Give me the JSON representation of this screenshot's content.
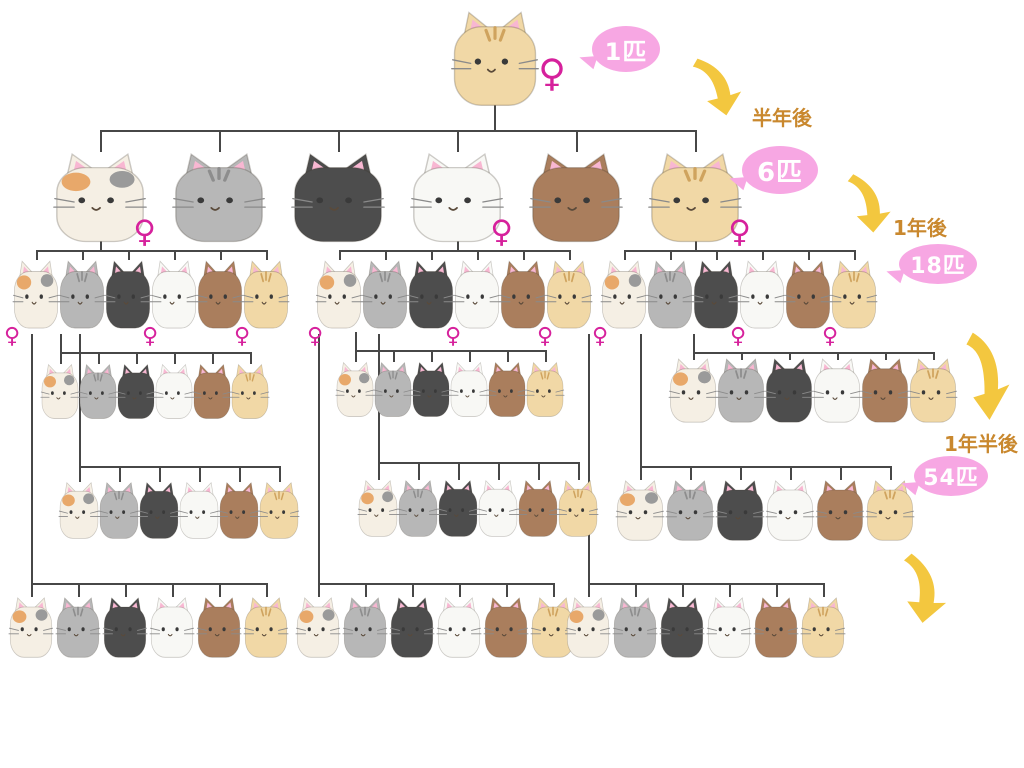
{
  "diagram": {
    "description": "Cat multiplication family tree",
    "counts": {
      "start": "1匹",
      "half_year": "6匹",
      "one_year": "18匹",
      "eighteen_months": "54匹"
    },
    "time_labels": {
      "half_year": "半年後",
      "one_year": "1年後",
      "eighteen_months": "1年半後"
    },
    "female_symbol": "♀"
  },
  "colors": {
    "bubble": "#f7a7e3",
    "bubble_text": "#ffffff",
    "arrow": "#f3c73f",
    "time": "#c9882e",
    "female": "#d6219c",
    "line": "#474747"
  },
  "cat_colors": {
    "calico": {
      "body": "#f5efe4",
      "patch1": "#e8a86a",
      "patch2": "#9a9a9a",
      "stripes": null
    },
    "gray": {
      "body": "#b7b7b7",
      "patch1": null,
      "patch2": null,
      "stripes": "#8d8d8d"
    },
    "black": {
      "body": "#4d4d4d",
      "patch1": null,
      "patch2": null,
      "stripes": null
    },
    "white": {
      "body": "#f8f8f5",
      "patch1": null,
      "patch2": null,
      "stripes": null
    },
    "brown": {
      "body": "#aa7e5d",
      "patch1": null,
      "patch2": null,
      "stripes": null
    },
    "cream": {
      "body": "#f1d8a6",
      "patch1": null,
      "patch2": null,
      "stripes": "#cfa35e"
    }
  },
  "tree": {
    "root": {
      "cats": [
        "cream"
      ],
      "females": [
        0
      ]
    },
    "gen2": {
      "cats": [
        "calico",
        "gray",
        "black",
        "white",
        "brown",
        "cream"
      ],
      "females": [
        0,
        3,
        5
      ]
    },
    "gen3": [
      {
        "cats": [
          "calico",
          "gray",
          "black",
          "white",
          "brown",
          "cream"
        ],
        "females": [
          0,
          3,
          5
        ]
      },
      {
        "cats": [
          "calico",
          "gray",
          "black",
          "white",
          "brown",
          "cream"
        ],
        "females": [
          0,
          3,
          5
        ]
      },
      {
        "cats": [
          "calico",
          "gray",
          "black",
          "white",
          "brown",
          "cream"
        ],
        "females": [
          0,
          3,
          5
        ]
      }
    ],
    "gen4": [
      {
        "cats": [
          "calico",
          "gray",
          "black",
          "white",
          "brown",
          "cream"
        ],
        "females": []
      },
      {
        "cats": [
          "calico",
          "gray",
          "black",
          "white",
          "brown",
          "cream"
        ],
        "females": []
      },
      {
        "cats": [
          "calico",
          "gray",
          "black",
          "white",
          "brown",
          "cream"
        ],
        "females": []
      }
    ],
    "gen5": [
      {
        "cats": [
          "calico",
          "gray",
          "black",
          "white",
          "brown",
          "cream"
        ],
        "females": []
      },
      {
        "cats": [
          "calico",
          "gray",
          "black",
          "white",
          "brown",
          "cream"
        ],
        "females": []
      },
      {
        "cats": [
          "calico",
          "gray",
          "black",
          "white",
          "brown",
          "cream"
        ],
        "females": []
      }
    ],
    "gen6": [
      {
        "cats": [
          "calico",
          "gray",
          "black",
          "white",
          "brown",
          "cream"
        ],
        "females": []
      },
      {
        "cats": [
          "calico",
          "gray",
          "black",
          "white",
          "brown",
          "cream"
        ],
        "females": []
      },
      {
        "cats": [
          "calico",
          "gray",
          "black",
          "white",
          "brown",
          "cream"
        ],
        "females": []
      }
    ]
  }
}
